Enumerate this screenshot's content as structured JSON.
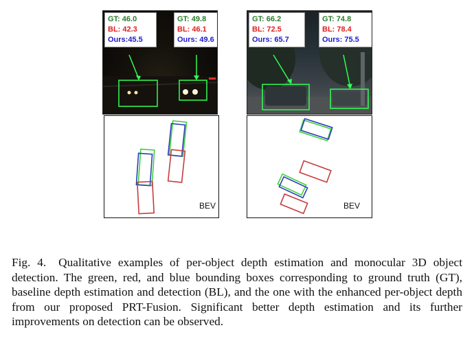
{
  "figure": {
    "left": {
      "labels": [
        {
          "gt": "GT: 46.0",
          "bl": "BL: 42.3",
          "ours": "Ours:45.5"
        },
        {
          "gt": "GT: 49.8",
          "bl": "BL: 46.1",
          "ours": "Ours: 49.6"
        }
      ],
      "bev_label": "BEV"
    },
    "right": {
      "labels": [
        {
          "gt": "GT: 66.2",
          "bl": "BL: 72.5",
          "ours": "Ours: 65.7"
        },
        {
          "gt": "GT: 74.8",
          "bl": "BL: 78.4",
          "ours": "Ours: 75.5"
        }
      ],
      "bev_label": "BEV"
    }
  },
  "colors": {
    "gt": "#2a7a2a",
    "bl": "#e02020",
    "ours": "#1a1ad0",
    "box_green": "#33ff55"
  },
  "caption": {
    "fig_label": "Fig. 4.",
    "text": "Qualitative examples of per-object depth estimation and monocular 3D object detection. The green, red, and blue bounding boxes corresponding to ground truth (GT), baseline depth estimation and detection (BL), and the one with the enhanced per-object depth from our proposed PRT-Fusion. Significant better depth estimation and its further improvements on detection can be observed."
  }
}
